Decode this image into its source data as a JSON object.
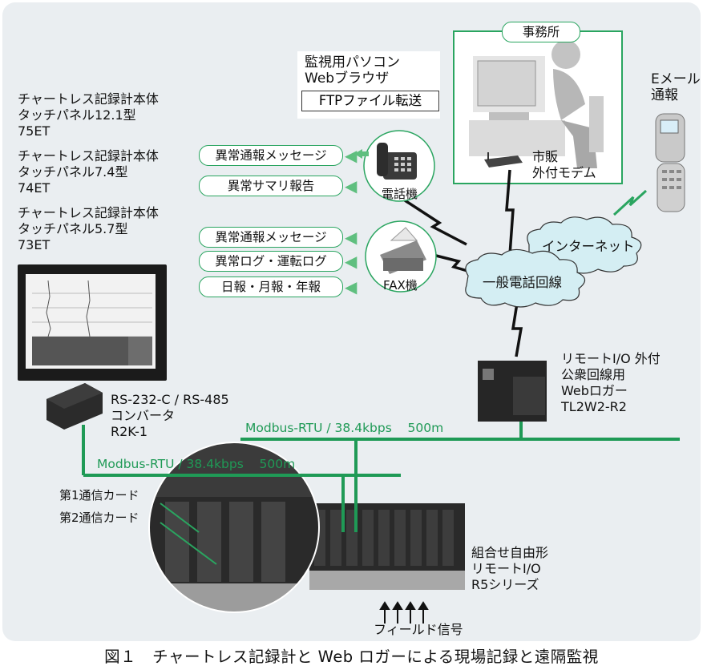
{
  "office": {
    "title": "事務所"
  },
  "monitor_pc": {
    "line1": "監視用パソコン",
    "line2": "Webブラウザ",
    "ftp": "FTPファイル転送"
  },
  "email": {
    "line1": "Eメール",
    "line2": "通報"
  },
  "modem": {
    "line1": "市販",
    "line2": "外付モデム"
  },
  "recorder_75": {
    "line1": "チャートレス記録計本体",
    "line2": "タッチパネル12.1型",
    "line3": "75ET"
  },
  "recorder_74": {
    "line1": "チャートレス記録計本体",
    "line2": "タッチパネル7.4型",
    "line3": "74ET"
  },
  "recorder_73": {
    "line1": "チャートレス記録計本体",
    "line2": "タッチパネル5.7型",
    "line3": "73ET"
  },
  "phone_outputs": [
    "異常通報メッセージ",
    "異常サマリ報告"
  ],
  "fax_outputs": [
    "異常通報メッセージ",
    "異常ログ・運転ログ",
    "日報・月報・年報"
  ],
  "telephone": {
    "label": "電話機"
  },
  "fax": {
    "label": "FAX機"
  },
  "internet": {
    "label": "インターネット"
  },
  "phone_line": {
    "label": "一般電話回線"
  },
  "web_logger": {
    "line1": "リモートI/O 外付",
    "line2": "公衆回線用",
    "line3": "Webロガー",
    "line4": "TL2W2-R2"
  },
  "converter": {
    "line1": "RS-232-C / RS-485",
    "line2": "コンバータ",
    "line3": "R2K-1"
  },
  "bus_upper": {
    "protocol": "Modbus-RTU / 38.4kbps",
    "distance": "500m"
  },
  "bus_lower": {
    "protocol": "Modbus-RTU / 38.4kbps",
    "distance": "500m"
  },
  "cards": {
    "card1": "第1通信カード",
    "card2": "第2通信カード"
  },
  "remote_io": {
    "line1": "組合せ自由形",
    "line2": "リモートI/O",
    "line3": "R5シリーズ"
  },
  "field_signal": {
    "label": "フィールド信号"
  },
  "caption": "図１　チャートレス記録計と Web ロガーによる現場記録と遠隔監視",
  "colors": {
    "bus_green": "#1f9a56",
    "panel_bg": "#eaeef1",
    "cloud_fill": "#d4eef3"
  }
}
